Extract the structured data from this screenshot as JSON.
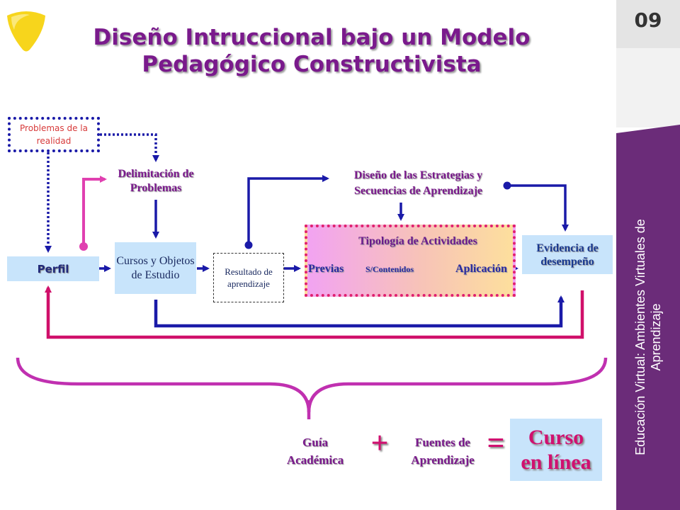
{
  "slide": {
    "number": "09",
    "title": "Diseño Intruccional bajo un Modelo Pedagógico Constructivista",
    "side_text": "Educación Virtual: Ambientes Virtuales de Aprendizaje"
  },
  "nodes": {
    "problemas": "Problemas de la realidad",
    "perfil": "Perfil",
    "delimitacion": "Delimitación de Problemas",
    "cursos": "Cursos y Objetos de Estudio",
    "resultado": "Resultado de aprendizaje",
    "diseno": "Diseño de las Estrategias y Secuencias de Aprendizaje",
    "tipologia": "Tipología de Actividades",
    "previas": "Previas",
    "s_contenidos": "S/Contenidos",
    "aplicacion": "Aplicación",
    "evidencia": "Evidencia de desempeño"
  },
  "result": {
    "guia": "Guía Académica",
    "plus": "+",
    "fuentes": "Fuentes de Aprendizaje",
    "equals": "=",
    "curso_line1": "Curso",
    "curso_line2": "en línea"
  },
  "colors": {
    "title": "#7a1a8c",
    "blue_arrows": "#1a1aa8",
    "magenta_arrows": "#d0106a",
    "pink_connector": "#e040b0",
    "purple_band": "#6b2c79",
    "logo": "#f7d51c",
    "box_fill": "#c8e4fb"
  }
}
